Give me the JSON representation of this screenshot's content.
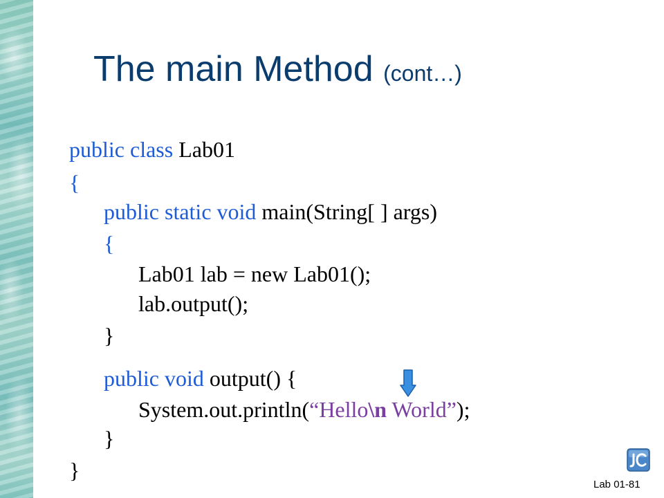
{
  "slide": {
    "title": "The main Method",
    "title_suffix": "(cont…)",
    "footer": "Lab 01-81"
  },
  "code": {
    "l1_kw": "public class",
    "l1_rest": "Lab01",
    "l2": "{",
    "l3_kw": "public static void",
    "l3_rest": "main(String[  ] args)",
    "l4": "{",
    "l5": "Lab01  lab = new Lab01();",
    "l6": "lab.output();",
    "l7": "}",
    "l8_kw": "public void",
    "l8_rest": "output() {",
    "l9_pre": "System.out.println(",
    "l9_str1": "“Hello",
    "l9_esc": "\\n",
    "l9_str2": " World”",
    "l9_post": ");",
    "l10": "}",
    "l11": "}"
  },
  "icons": {
    "arrow": "down-arrow-icon",
    "logo": "jc-logo-icon"
  },
  "colors": {
    "title": "#0b3c6e",
    "keyword": "#1e5bd6",
    "string": "#7a3fa1",
    "arrow": "#3b8fe0"
  }
}
